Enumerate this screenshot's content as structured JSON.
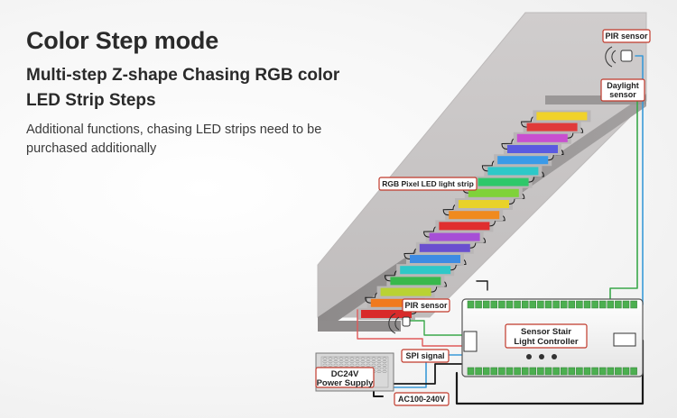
{
  "title": "Color Step mode",
  "subtitle": "Multi-step Z-shape Chasing RGB color LED Strip Steps",
  "description": "Additional functions,  chasing LED strips need to be purchased additionally",
  "labels": {
    "pir_top": "PIR sensor",
    "daylight_line1": "Daylight",
    "daylight_line2": "sensor",
    "rgb_strip": "RGB Pixel LED light strip",
    "pir_bottom": "PIR sensor",
    "spi_signal": "SPI signal",
    "controller_line1": "Sensor Stair",
    "controller_line2": "Light Controller",
    "power_line1": "DC24V",
    "power_line2": "Power Supply",
    "ac_input": "AC100-240V"
  },
  "step_colors": [
    "#d82a2a",
    "#f07a1e",
    "#b9d234",
    "#38b84c",
    "#2ec8c8",
    "#3d8be3",
    "#6a4fcf",
    "#a64fd6",
    "#e02e2e",
    "#f08a1e",
    "#e8d22a",
    "#7fd23a",
    "#2ec86a",
    "#2ec8c8",
    "#3a9ae8",
    "#5a5ae0",
    "#c84fd0",
    "#e03a3a",
    "#f0d22a"
  ],
  "colors": {
    "stair": "#c9c6c6",
    "stair_edge": "#9a9797",
    "wire_green": "#3aa84a",
    "wire_blue": "#3a9ad8",
    "wire_black": "#1a1a1a",
    "label_border": "#c0392b"
  }
}
